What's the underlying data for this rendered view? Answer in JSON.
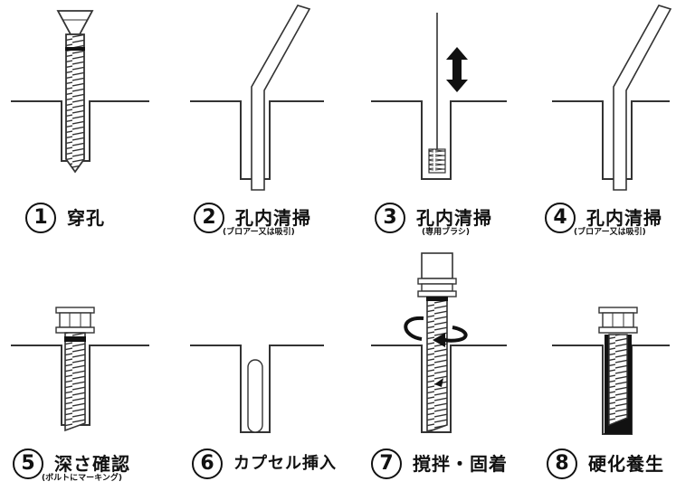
{
  "steps": [
    {
      "number": "1",
      "label": "穿孔",
      "sublabel": ""
    },
    {
      "number": "2",
      "label": "孔内清掃",
      "sublabel": "(ブロアー又は吸引)"
    },
    {
      "number": "3",
      "label": "孔内清掃",
      "sublabel": "(専用ブラシ)"
    },
    {
      "number": "4",
      "label": "孔内清掃",
      "sublabel": "(ブロアー又は吸引)"
    },
    {
      "number": "5",
      "label": "深さ確認",
      "sublabel": "(ボルトにマーキング)"
    },
    {
      "number": "6",
      "label": "カプセル挿入",
      "sublabel": ""
    },
    {
      "number": "7",
      "label": "撹拌・固着",
      "sublabel": ""
    },
    {
      "number": "8",
      "label": "硬化養生",
      "sublabel": ""
    }
  ]
}
